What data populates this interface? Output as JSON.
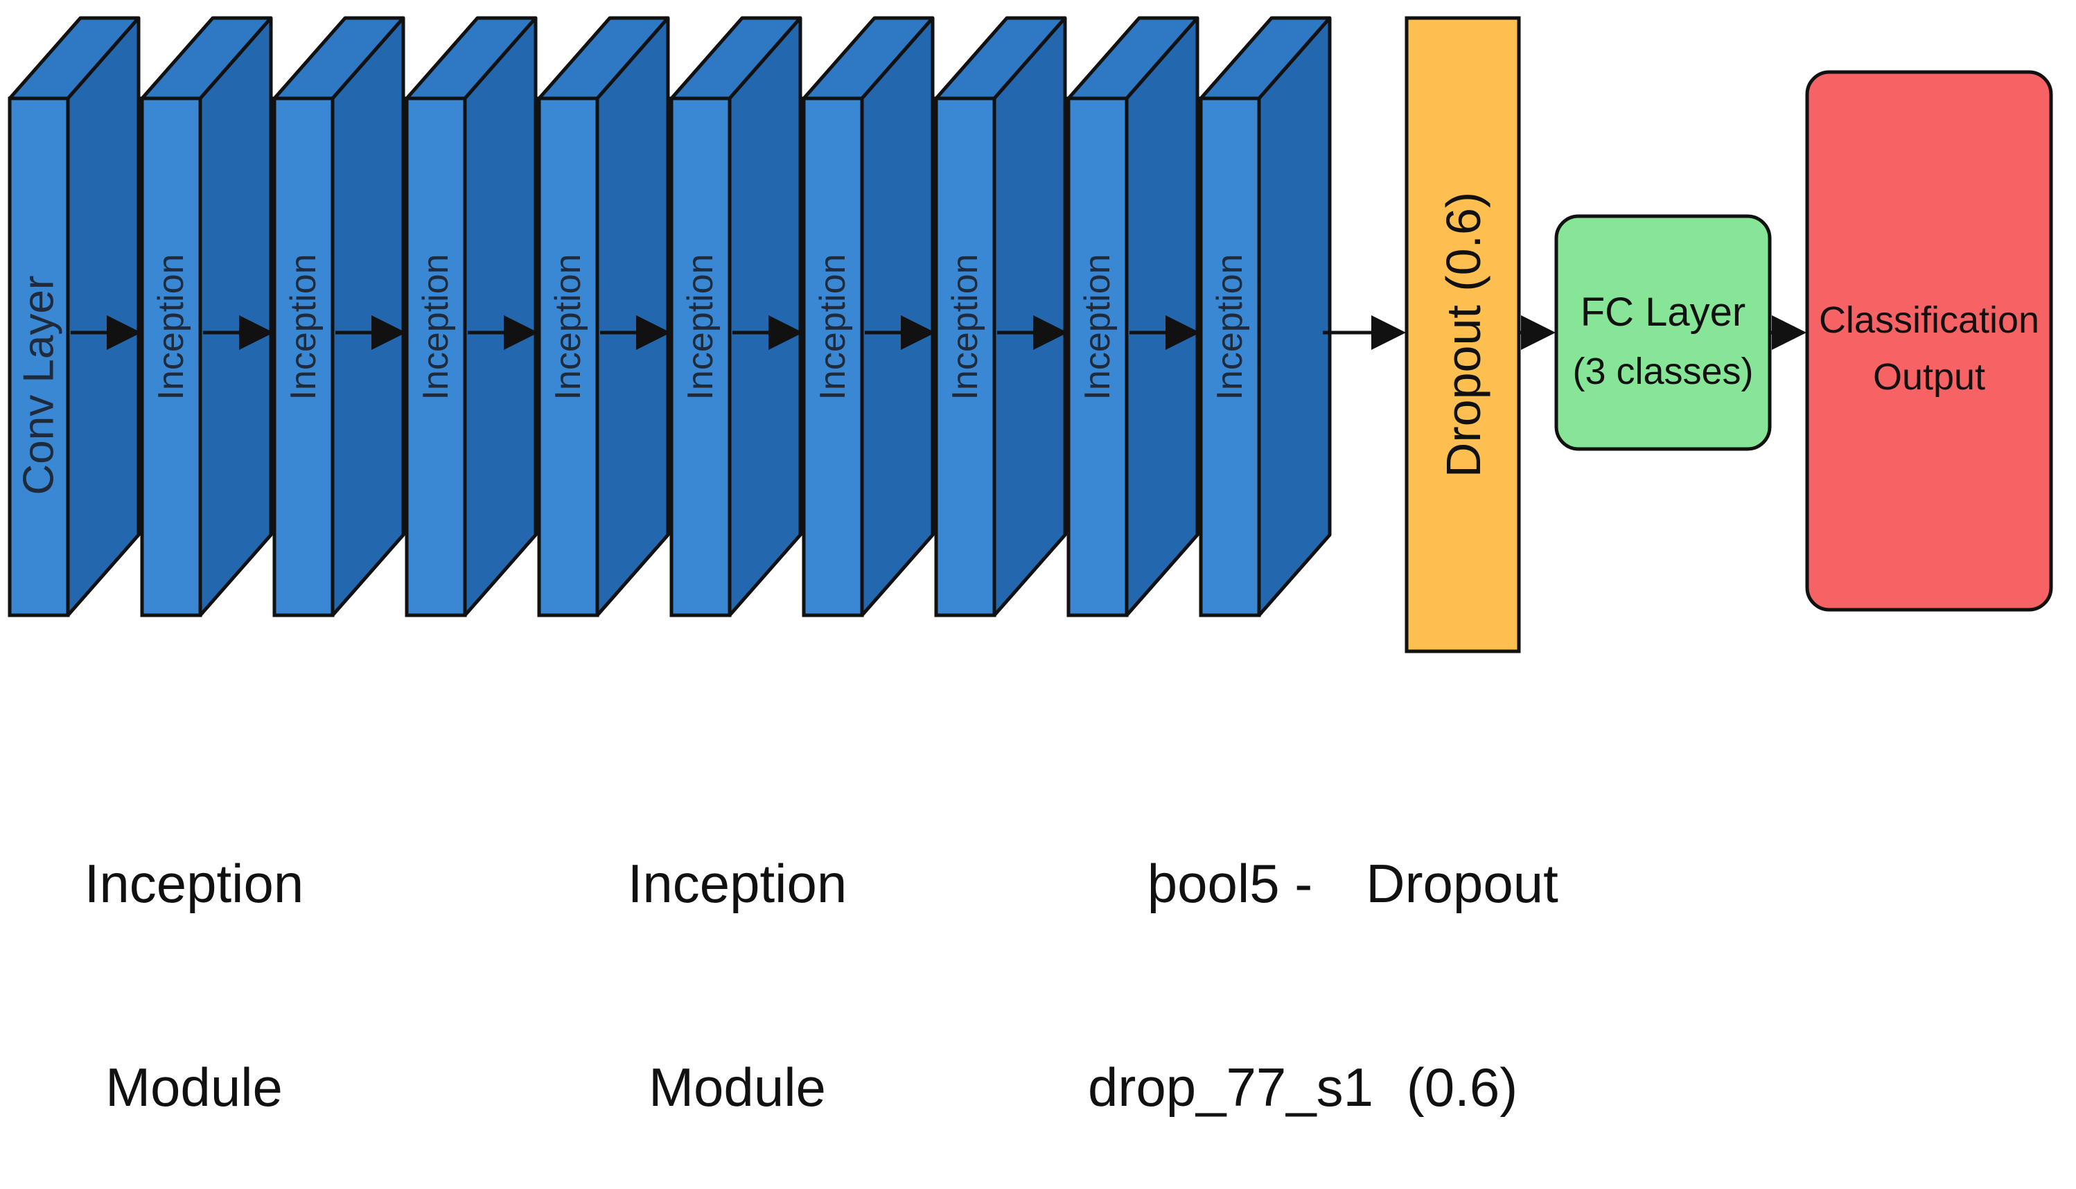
{
  "colors": {
    "block_front": "#3a87d4",
    "block_side": "#2367ae",
    "block_top": "#2f79c4",
    "outline": "#111111",
    "arrow": "#111111",
    "label_dark": "#1f2a3a",
    "dropout_fill": "#fdbf50",
    "fc_fill": "#86e596",
    "output_fill": "#f76364"
  },
  "blocks": [
    {
      "label": "Conv Layer",
      "icon": "layer-block"
    },
    {
      "label": "Inception",
      "icon": "layer-block"
    },
    {
      "label": "Inception",
      "icon": "layer-block"
    },
    {
      "label": "Inception",
      "icon": "layer-block"
    },
    {
      "label": "Inception",
      "icon": "layer-block"
    },
    {
      "label": "Inception",
      "icon": "layer-block"
    },
    {
      "label": "Inception",
      "icon": "layer-block"
    },
    {
      "label": "Inception",
      "icon": "layer-block"
    },
    {
      "label": "Inception",
      "icon": "layer-block"
    },
    {
      "label": "Inception",
      "icon": "layer-block"
    }
  ],
  "dropout_box": {
    "label": "Dropout (0.6)"
  },
  "fc_box": {
    "line1": "FC Layer",
    "line2": "(3 classes)"
  },
  "output_box": {
    "line1": "Classification",
    "line2": "Output"
  },
  "captions": {
    "inception_1": {
      "line1": "Inception",
      "line2": "Module"
    },
    "inception_2": {
      "line1": "Inception",
      "line2": "Module"
    },
    "pool": {
      "line1": "þool5 -",
      "line2": "drop_77_s1"
    },
    "dropout": {
      "line1": "Dropout",
      "line2": "(0.6)"
    }
  }
}
